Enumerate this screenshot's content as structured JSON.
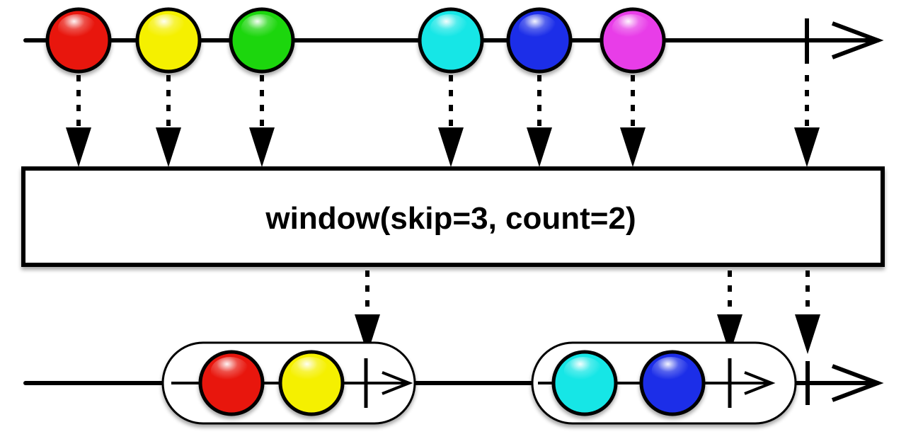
{
  "operator": {
    "label": "window(skip=3, count=2)"
  },
  "source_stream": {
    "items": [
      {
        "color_name": "red",
        "color": "#e8170f"
      },
      {
        "color_name": "yellow",
        "color": "#f5f000"
      },
      {
        "color_name": "green",
        "color": "#1ed60f"
      },
      {
        "color_name": "cyan",
        "color": "#17e6e6"
      },
      {
        "color_name": "blue",
        "color": "#1a2ee8"
      },
      {
        "color_name": "magenta",
        "color": "#e83ee8"
      }
    ],
    "completes": true
  },
  "output_stream": {
    "windows": [
      {
        "items": [
          {
            "color_name": "red",
            "color": "#e8170f"
          },
          {
            "color_name": "yellow",
            "color": "#f5f000"
          }
        ],
        "completes": true
      },
      {
        "items": [
          {
            "color_name": "cyan",
            "color": "#17e6e6"
          },
          {
            "color_name": "blue",
            "color": "#1a2ee8"
          }
        ],
        "completes": true
      }
    ],
    "completes": true
  },
  "colors": {
    "line": "#000000",
    "box_fill": "#ffffff",
    "window_fill": "#ffffff"
  }
}
